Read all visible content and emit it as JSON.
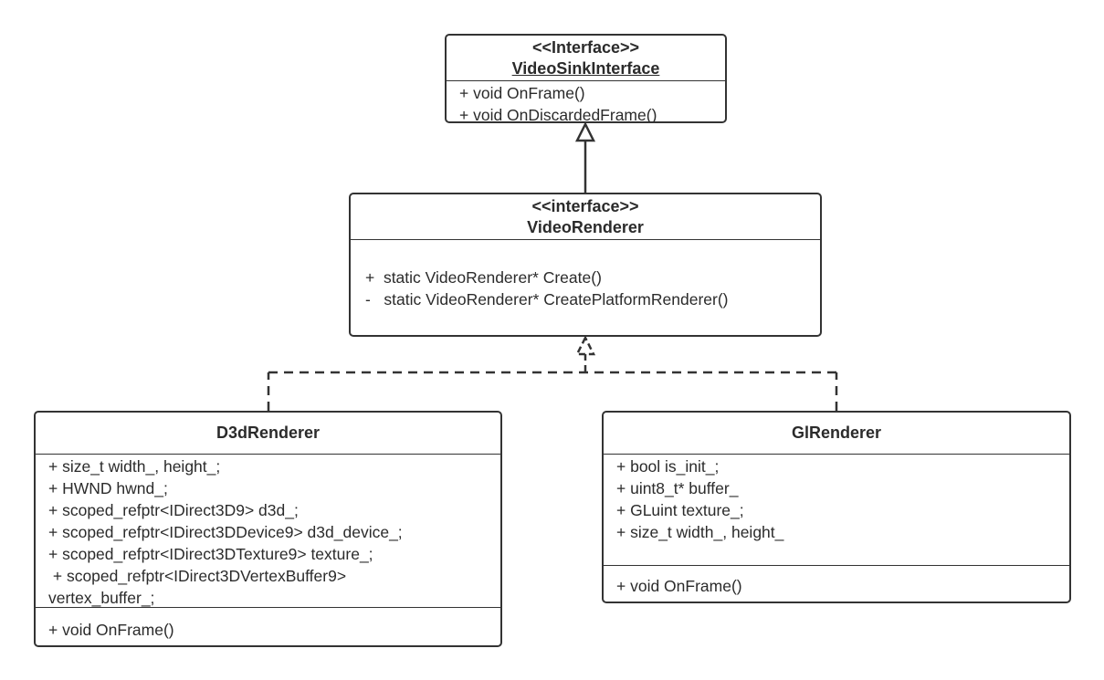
{
  "classes": {
    "sink": {
      "stereotype": "<<Interface>>",
      "name": "VideoSinkInterface",
      "operations": [
        "+ void OnFrame()",
        "+ void OnDiscardedFrame()"
      ]
    },
    "renderer": {
      "stereotype": "<<interface>>",
      "name": "VideoRenderer",
      "operations": [
        "+  static VideoRenderer* Create()",
        "-   static VideoRenderer* CreatePlatformRenderer()"
      ]
    },
    "d3d": {
      "name": "D3dRenderer",
      "attributes": [
        "+ size_t width_, height_;",
        "+ HWND hwnd_;",
        "+ scoped_refptr<IDirect3D9> d3d_;",
        "+ scoped_refptr<IDirect3DDevice9> d3d_device_;",
        "+ scoped_refptr<IDirect3DTexture9> texture_;",
        " + scoped_refptr<IDirect3DVertexBuffer9>",
        "vertex_buffer_;"
      ],
      "operations": [
        "+ void OnFrame()"
      ]
    },
    "gl": {
      "name": "GlRenderer",
      "attributes": [
        "+ bool is_init_;",
        "+ uint8_t* buffer_",
        "+ GLuint texture_;",
        "+ size_t width_, height_"
      ],
      "operations": [
        "+ void OnFrame()"
      ]
    }
  },
  "relations": [
    {
      "from": "VideoRenderer",
      "to": "VideoSinkInterface",
      "kind": "generalization"
    },
    {
      "from": "D3dRenderer",
      "to": "VideoRenderer",
      "kind": "realization"
    },
    {
      "from": "GlRenderer",
      "to": "VideoRenderer",
      "kind": "realization"
    }
  ],
  "colors": {
    "stroke": "#333333",
    "text": "#2b2b2b",
    "background": "#ffffff"
  }
}
